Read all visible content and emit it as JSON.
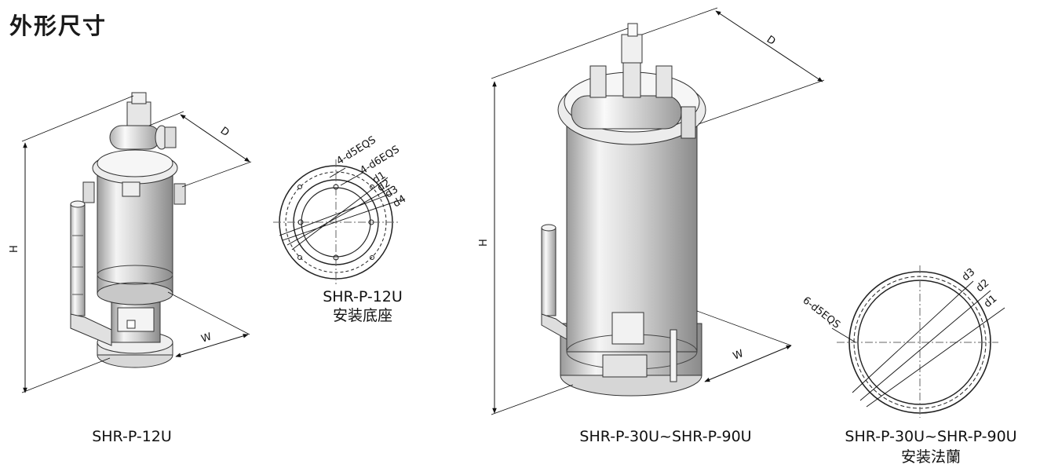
{
  "title": "外形尺寸",
  "dimensions": {
    "height": "H",
    "depth": "D",
    "width": "W"
  },
  "small_unit": {
    "model": "SHR-P-12U",
    "base_view": {
      "model": "SHR-P-12U",
      "caption": "安装底座",
      "callouts": [
        "4-d5EQS",
        "4-d6EQS",
        "d1",
        "d2",
        "d3",
        "d4"
      ]
    }
  },
  "large_unit": {
    "model": "SHR-P-30U~SHR-P-90U",
    "flange_view": {
      "model": "SHR-P-30U~SHR-P-90U",
      "caption": "安装法蘭",
      "callouts": [
        "6-d5EQS",
        "d3",
        "d2",
        "d1"
      ]
    }
  }
}
